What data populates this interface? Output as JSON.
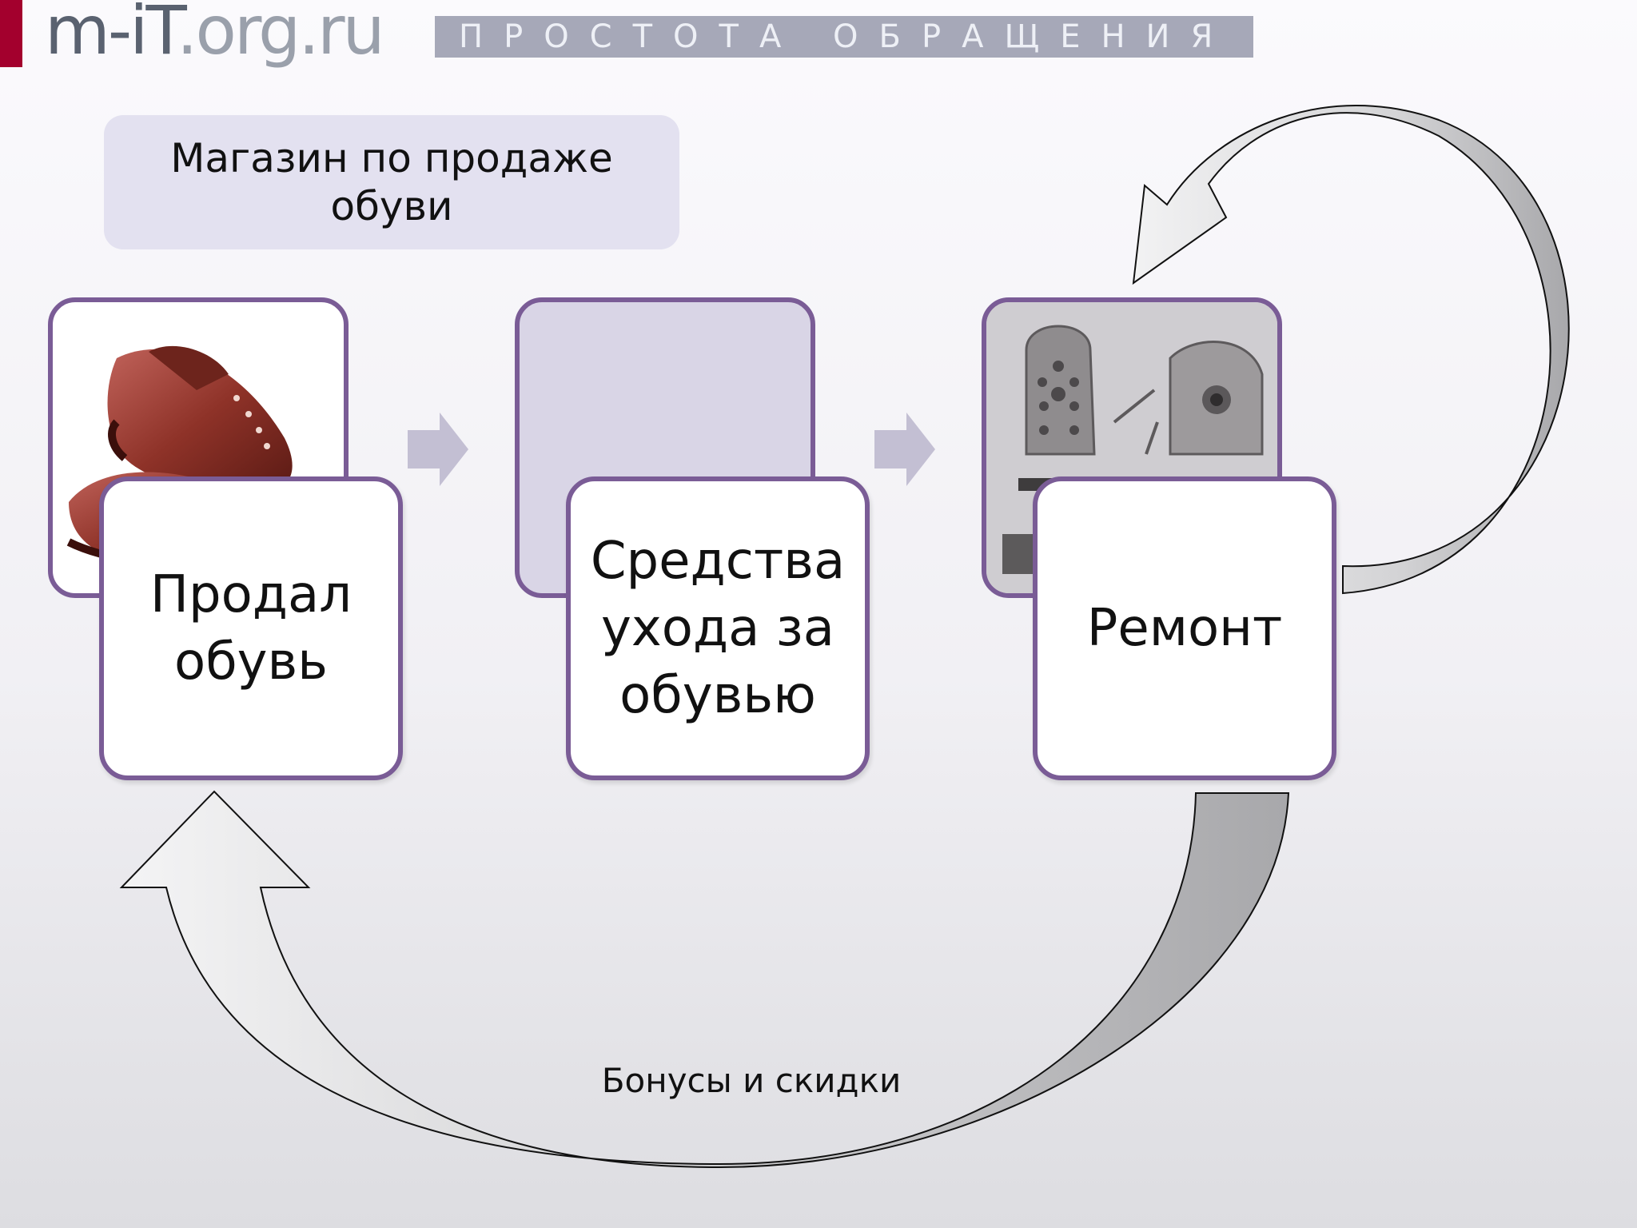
{
  "header": {
    "logo_main": "m-iT",
    "logo_domain": ".org.ru",
    "tagline": "ПРОСТОТА ОБРАЩЕНИЯ",
    "brand_color": "#a3002d"
  },
  "diagram": {
    "title": "Магазин по продаже обуви",
    "steps": [
      {
        "label": "Продал обувь",
        "image": "shoe-photo"
      },
      {
        "label": "Средства ухода за обувью",
        "image": "placeholder"
      },
      {
        "label": "Ремонт",
        "image": "heel-taps-photo"
      }
    ],
    "loop_label": "Бонусы и скидки",
    "colors": {
      "card_border": "#7a5c96",
      "title_fill": "#e3e1f0",
      "flow_arrow": "#c3bfd3",
      "loop_arrow": "#c6c6c8"
    }
  }
}
